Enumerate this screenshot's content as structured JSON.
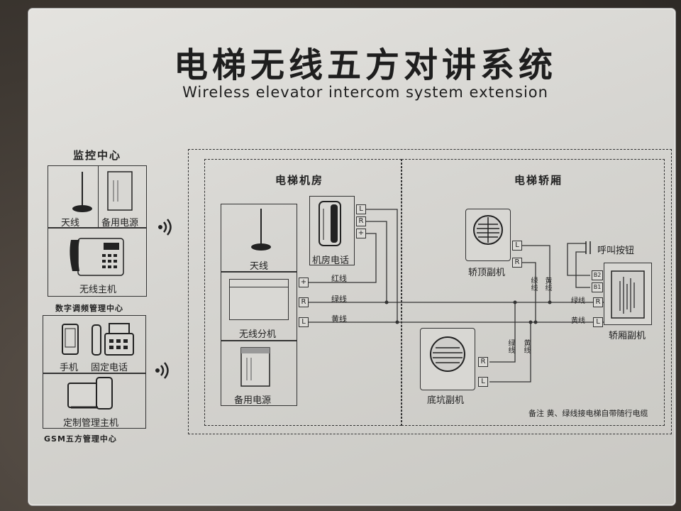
{
  "title": "电梯无线五方对讲系统",
  "subtitle": "Wireless elevator intercom system extension",
  "monitoring_center": {
    "header": "监控中心",
    "items": [
      "天线",
      "备用电源",
      "无线主机"
    ]
  },
  "digital_center": {
    "header": "数字调频管理中心",
    "items": [
      "手机",
      "固定电话",
      "定制管理主机"
    ]
  },
  "gsm_center": {
    "header": "GSM五方管理中心"
  },
  "machine_room": {
    "header": "电梯机房",
    "antenna": "天线",
    "phone": "机房电话",
    "splitter": "无线分机",
    "power": "备用电源"
  },
  "car": {
    "header": "电梯轿厢",
    "top_unit": "轿顶副机",
    "pit_unit": "底坑副机",
    "car_unit": "轿厢副机",
    "call_button": "呼叫按钮"
  },
  "wires": {
    "red": "红线",
    "green": "绿线",
    "yellow": "黄线"
  },
  "terminals": {
    "plus": "+",
    "r": "R",
    "l": "L",
    "b1": "B1",
    "b2": "B2"
  },
  "note": "备注  黄、绿线接电梯自带随行电缆"
}
